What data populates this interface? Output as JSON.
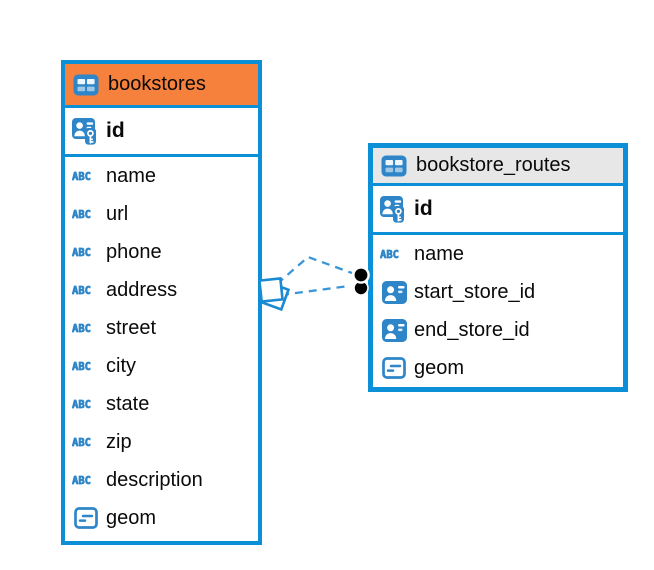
{
  "diagram": {
    "kind": "entity-relationship",
    "colors": {
      "table_border": "#0b90d8",
      "icon_blue": "#2e86c8",
      "relationship_line": "#3a96d8",
      "bookstores_header": "#F6813C",
      "routes_header": "#E7E7E7"
    },
    "tables": [
      {
        "name": "bookstores",
        "header_color": "#F6813C",
        "icon": "table-icon",
        "key_columns": [
          {
            "name": "id",
            "icon": "person-key-icon",
            "bold": true
          }
        ],
        "columns": [
          {
            "name": "name",
            "icon": "text-icon"
          },
          {
            "name": "url",
            "icon": "text-icon"
          },
          {
            "name": "phone",
            "icon": "text-icon"
          },
          {
            "name": "address",
            "icon": "text-icon"
          },
          {
            "name": "street",
            "icon": "text-icon"
          },
          {
            "name": "city",
            "icon": "text-icon"
          },
          {
            "name": "state",
            "icon": "text-icon"
          },
          {
            "name": "zip",
            "icon": "text-icon"
          },
          {
            "name": "description",
            "icon": "text-icon"
          },
          {
            "name": "geom",
            "icon": "geometry-icon"
          }
        ]
      },
      {
        "name": "bookstore_routes",
        "header_color": "#E7E7E7",
        "icon": "table-icon",
        "key_columns": [
          {
            "name": "id",
            "icon": "person-key-icon",
            "bold": true
          }
        ],
        "columns": [
          {
            "name": "name",
            "icon": "text-icon"
          },
          {
            "name": "start_store_id",
            "icon": "person-card-icon"
          },
          {
            "name": "end_store_id",
            "icon": "person-card-icon"
          },
          {
            "name": "geom",
            "icon": "geometry-icon"
          }
        ]
      }
    ],
    "relationships": {
      "style": "dashed",
      "count": 2,
      "from_table": "bookstores",
      "to_table": "bookstore_routes",
      "from_marker": "stacked-diamonds",
      "to_marker": "stacked-dots"
    }
  }
}
